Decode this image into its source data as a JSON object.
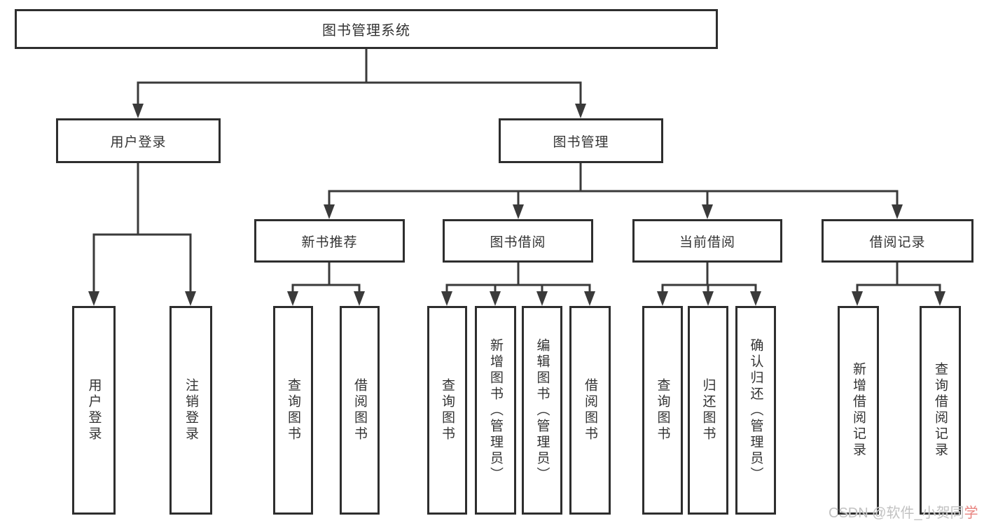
{
  "diagram_title": "图书管理系统",
  "nodes": {
    "root": "图书管理系统",
    "user_login": "用户登录",
    "book_mgmt": "图书管理",
    "login_leaves": [
      "用户登录",
      "注销登录"
    ],
    "level3": [
      "新书推荐",
      "图书借阅",
      "当前借阅",
      "借阅记录"
    ],
    "recommend_leaves": [
      "查询图书",
      "借阅图书"
    ],
    "borrow_leaves": [
      "查询图书",
      "新增图书（管理员）",
      "编辑图书（管理员）",
      "借阅图书"
    ],
    "current_leaves": [
      "查询图书",
      "归还图书",
      "确认归还（管理员）"
    ],
    "record_leaves": [
      "新增借阅记录",
      "查询借阅记录"
    ]
  },
  "watermark": {
    "prefix": "CSDN @软件_小贺同",
    "accent": "学"
  },
  "colors": {
    "line": "#3a3a3a",
    "node_border": "#2e2e2e",
    "text": "#333333",
    "watermark_gray": "#c2c2c2",
    "watermark_accent": "#e8837f",
    "background": "#ffffff"
  }
}
